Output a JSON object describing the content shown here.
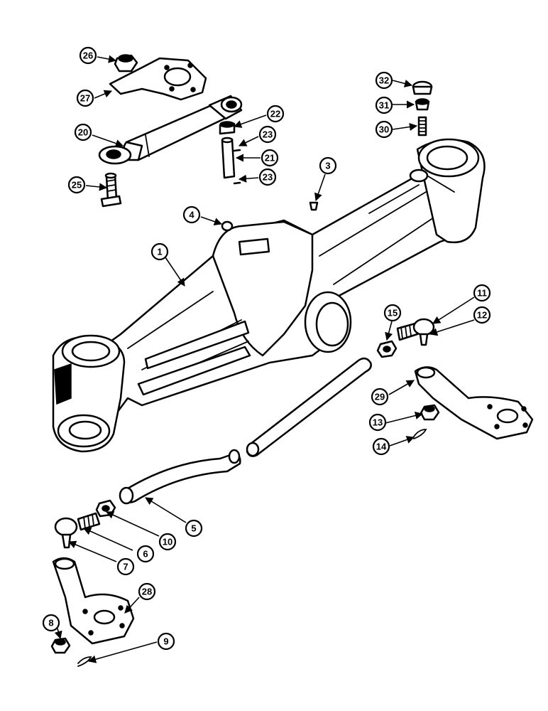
{
  "callouts": [
    {
      "id": "1",
      "label": "1"
    },
    {
      "id": "3",
      "label": "3"
    },
    {
      "id": "4",
      "label": "4"
    },
    {
      "id": "5",
      "label": "5"
    },
    {
      "id": "6",
      "label": "6"
    },
    {
      "id": "7",
      "label": "7"
    },
    {
      "id": "8",
      "label": "8"
    },
    {
      "id": "9",
      "label": "9"
    },
    {
      "id": "10",
      "label": "10"
    },
    {
      "id": "11",
      "label": "11"
    },
    {
      "id": "12",
      "label": "12"
    },
    {
      "id": "13",
      "label": "13"
    },
    {
      "id": "14",
      "label": "14"
    },
    {
      "id": "15",
      "label": "15"
    },
    {
      "id": "20",
      "label": "20"
    },
    {
      "id": "21",
      "label": "21"
    },
    {
      "id": "22",
      "label": "22"
    },
    {
      "id": "23a",
      "label": "23"
    },
    {
      "id": "23b",
      "label": "23"
    },
    {
      "id": "25",
      "label": "25"
    },
    {
      "id": "26",
      "label": "26"
    },
    {
      "id": "27",
      "label": "27"
    },
    {
      "id": "28",
      "label": "28"
    },
    {
      "id": "29",
      "label": "29"
    },
    {
      "id": "30",
      "label": "30"
    },
    {
      "id": "31",
      "label": "31"
    },
    {
      "id": "32",
      "label": "32"
    }
  ]
}
